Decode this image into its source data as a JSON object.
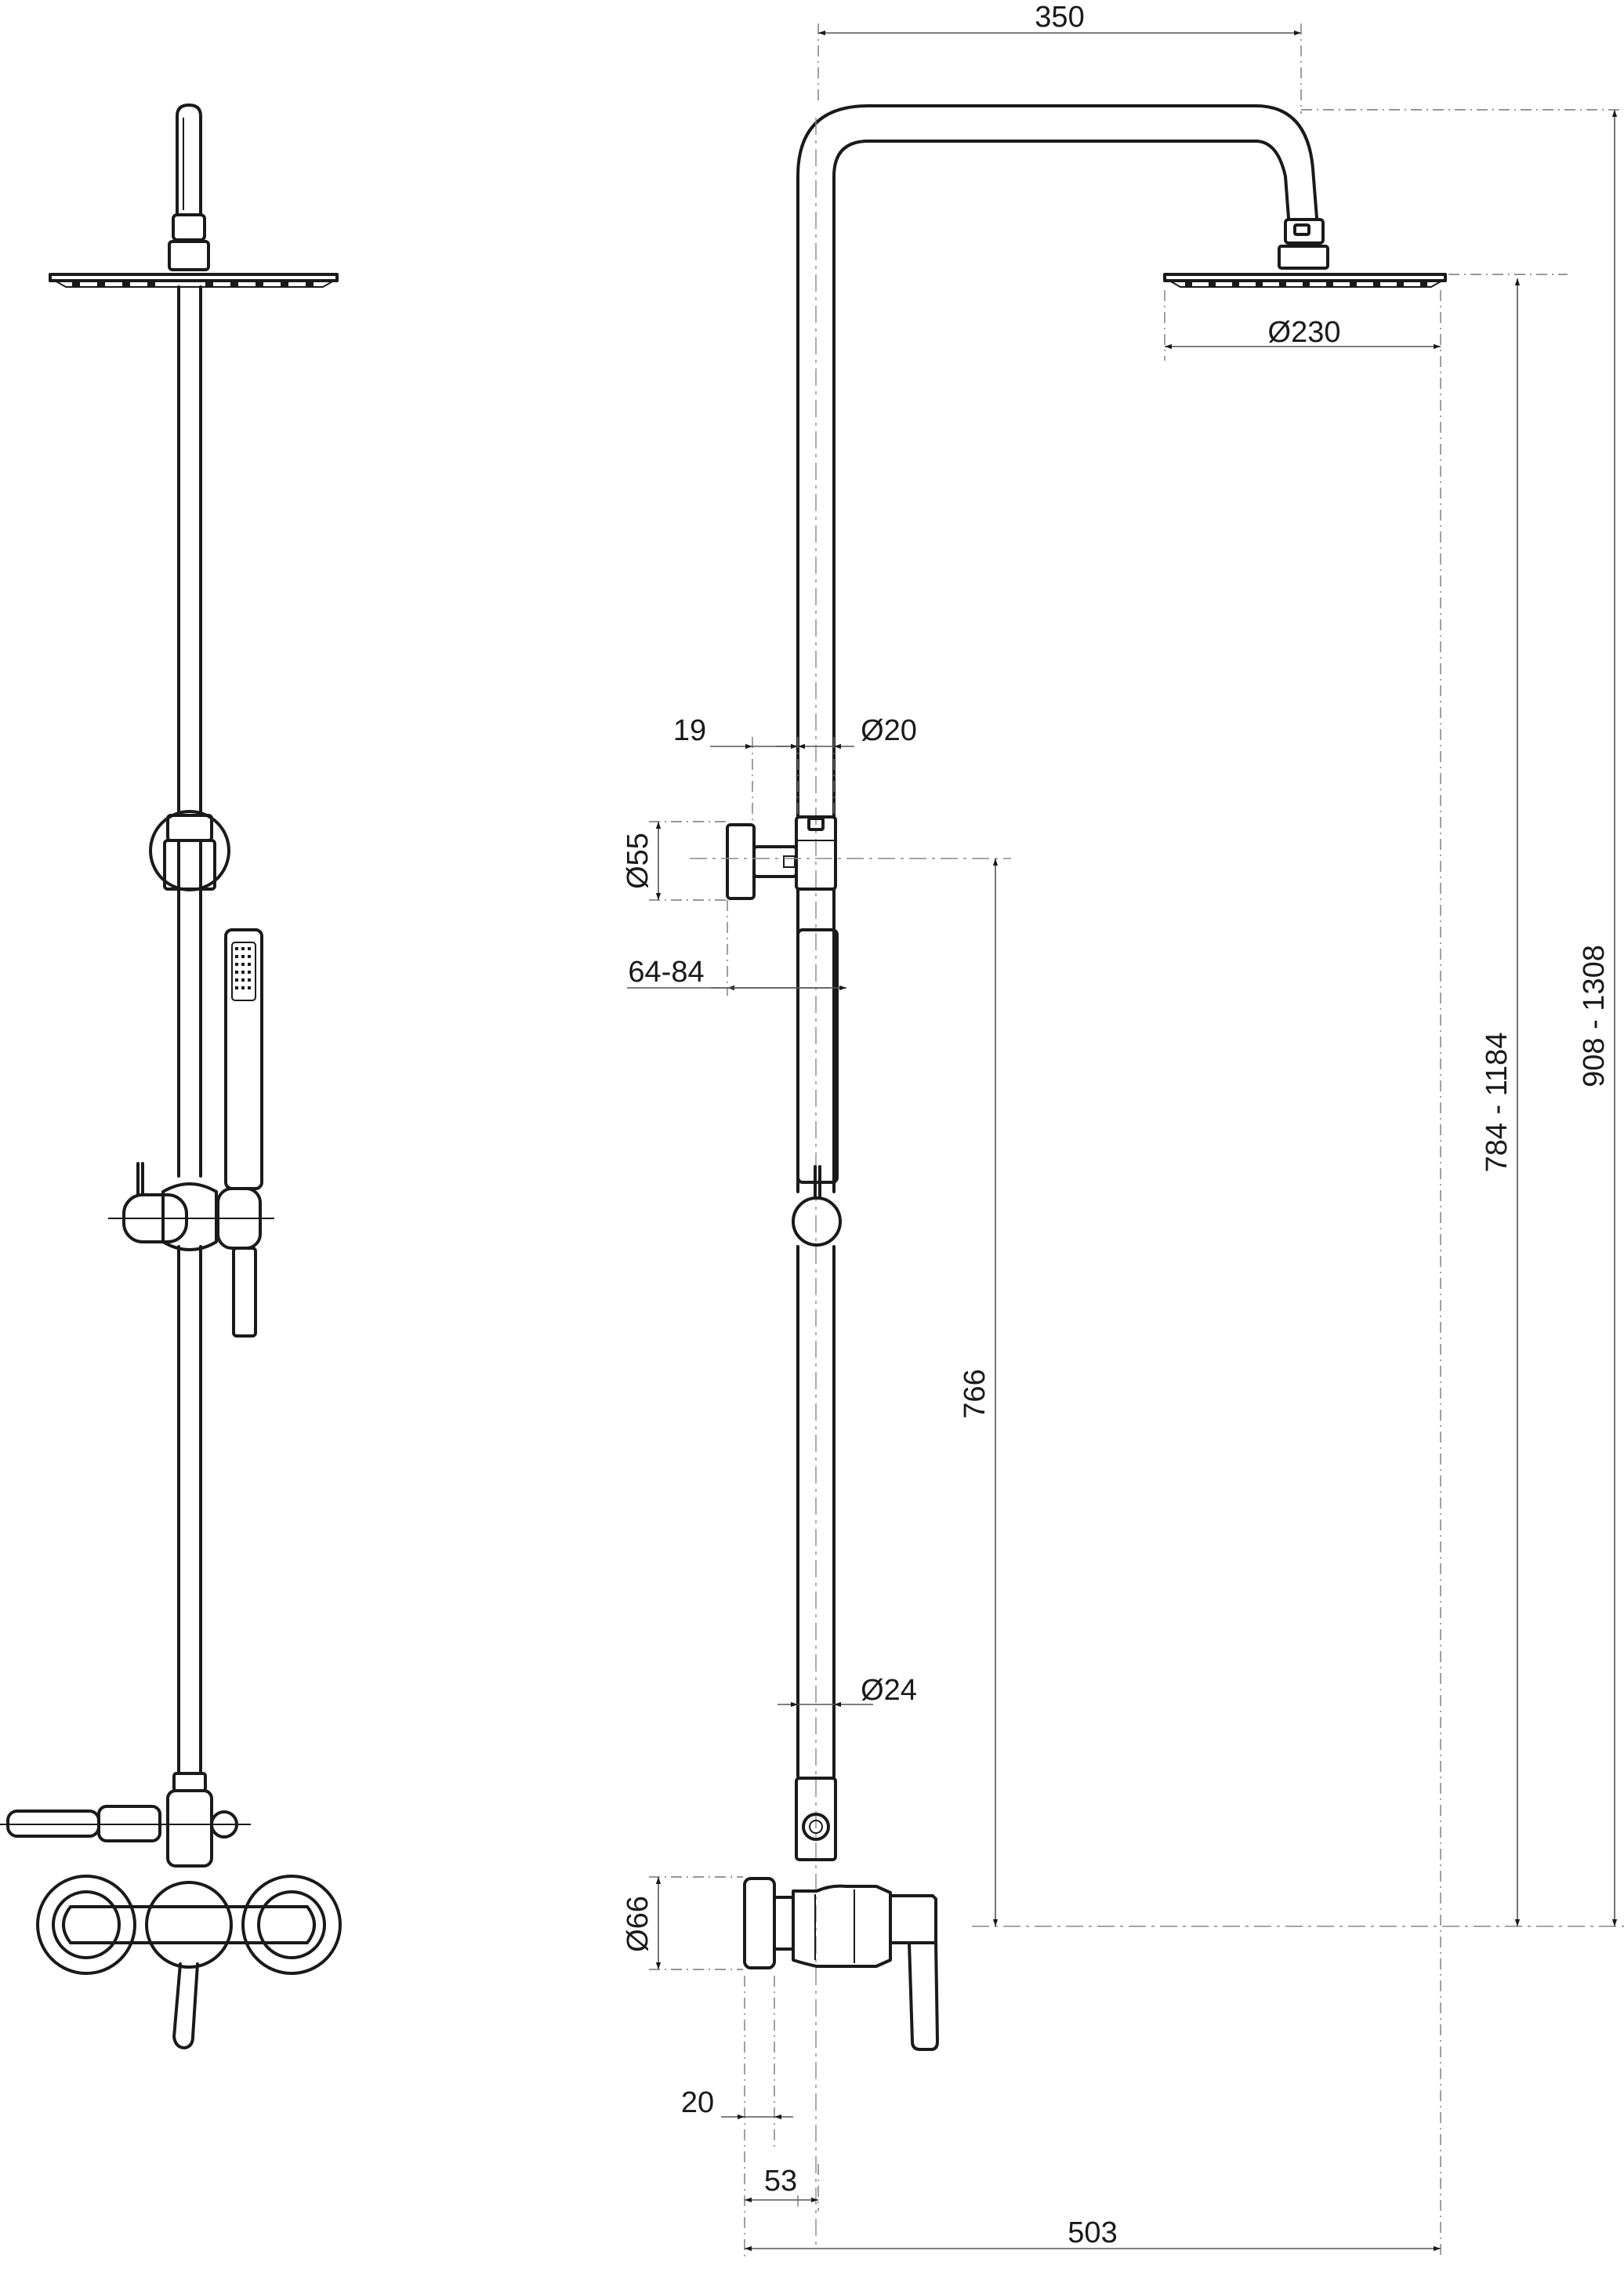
{
  "dimensions": {
    "arm_length": "350",
    "head_diameter": "Ø230",
    "wall_offset": "19",
    "pipe_diameter_upper": "Ø20",
    "bracket_diameter": "Ø55",
    "bracket_range": "64-84",
    "bar_height": "766",
    "height_range_head": "784 - 1184",
    "height_range_total": "908 - 1308",
    "pipe_diameter_lower": "Ø24",
    "mixer_diameter": "Ø66",
    "mixer_offset": "20",
    "mixer_depth": "53",
    "total_projection": "503"
  },
  "colors": {
    "line": "#1a1a1a",
    "dimension": "#555555",
    "background": "#ffffff"
  }
}
